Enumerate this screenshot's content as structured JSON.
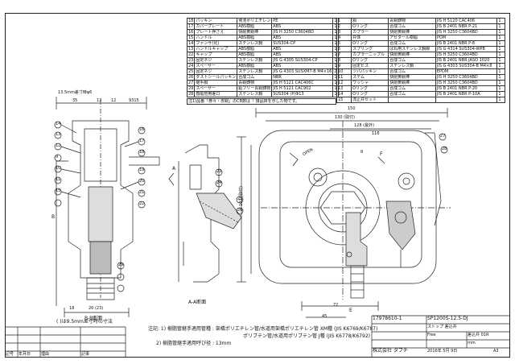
{
  "parts_left": [
    {
      "no": "18",
      "name": "パッキン",
      "material": "発泡ポリエチレン",
      "spec": "PE",
      "qty": "1"
    },
    {
      "no": "17",
      "name": "カバープレート",
      "material": "ABS樹脂",
      "spec": "ABS",
      "qty": "1"
    },
    {
      "no": "16",
      "name": "プレート押さえ",
      "material": "快削黄銅棒",
      "spec": "JIS H 3250 C3604BD",
      "qty": "1"
    },
    {
      "no": "15",
      "name": "ハンドル",
      "material": "ABS樹脂",
      "spec": "ABS",
      "qty": "1"
    },
    {
      "no": "14",
      "name": "ファンサ(化)",
      "material": "ステンレス鋼",
      "spec": "SUS304-CP",
      "qty": "1"
    },
    {
      "no": "13",
      "name": "ハンドルキャップ",
      "material": "ABS樹脂",
      "spec": "ABS",
      "qty": "1"
    },
    {
      "no": "22",
      "name": "キャップ",
      "material": "ABS樹脂",
      "spec": "ABS",
      "qty": "1"
    },
    {
      "no": "23",
      "name": "固定ネジ",
      "material": "ステンレス鋼",
      "spec": "JIS G 4305 SUS304-CP",
      "qty": "1"
    },
    {
      "no": "24",
      "name": "スペーサー",
      "material": "ABS樹脂",
      "spec": "ABS",
      "qty": "1"
    },
    {
      "no": "25",
      "name": "固定ネジ",
      "material": "ステンレス鋼",
      "spec": "JIS G 4303 SUSXM7-B M4×16",
      "qty": "2"
    },
    {
      "no": "26",
      "name": "ダストシールパッキン",
      "material": "合成ゴム",
      "spec": "NBR",
      "qty": "1"
    },
    {
      "no": "27",
      "name": "継手胴",
      "material": "青銅鋳物",
      "spec": "JIS H 5121 CAC406C",
      "qty": "1"
    },
    {
      "no": "29",
      "name": "スペーサー",
      "material": "鉛フリー青銅鋳物",
      "spec": "JIS H 5121 CAC902",
      "qty": "1"
    },
    {
      "no": "28",
      "name": "樹脂管用差口",
      "material": "ステンレス鋼",
      "spec": "SUS304 (P)Φ13",
      "qty": "1"
    }
  ],
  "parts_right": [
    {
      "no": "1",
      "name": "胴",
      "material": "青銅鋳物",
      "spec": "JIS H 5120 CAC406",
      "qty": "1"
    },
    {
      "no": "2",
      "name": "Oリング",
      "material": "合成ゴム",
      "spec": "JIS B 2401 NBR P-21",
      "qty": "1"
    },
    {
      "no": "3",
      "name": "カプラー",
      "material": "快削黄銅棒",
      "spec": "JIS H 3250 C3604BD",
      "qty": "1"
    },
    {
      "no": "4",
      "name": "弁体",
      "material": "アセタール樹脂",
      "spec": "POM",
      "qty": "1"
    },
    {
      "no": "5",
      "name": "Oリング",
      "material": "合成ゴム",
      "spec": "JIS B 2401 NBR P-8",
      "qty": "1"
    },
    {
      "no": "6",
      "name": "スプリング",
      "material": "ばね用ステンレス鋼線",
      "spec": "JIS G 4314 SUS304-WPB",
      "qty": "1"
    },
    {
      "no": "7",
      "name": "カプラーニップル",
      "material": "快削黄銅棒",
      "spec": "JIS H 3250 C3604BD",
      "qty": "1"
    },
    {
      "no": "8",
      "name": "Oリング",
      "material": "合成ゴム",
      "spec": "JIS B 2401 NBR JASO 1020",
      "qty": "1"
    },
    {
      "no": "9",
      "name": "固定ビス",
      "material": "ステンレス鋼",
      "spec": "JIS G 4303 SUS304-B M4×8",
      "qty": "1"
    },
    {
      "no": "10",
      "name": "ツバパッキン",
      "material": "合成ゴム",
      "spec": "EPDM",
      "qty": "1"
    },
    {
      "no": "11",
      "name": "ステム",
      "material": "快削黄銅棒",
      "spec": "JIS H 3250 C3604BD",
      "qty": "1"
    },
    {
      "no": "12",
      "name": "ワッシャ",
      "material": "快削黄銅棒",
      "spec": "JIS H 3250 C3604BD",
      "qty": "1"
    },
    {
      "no": "13",
      "name": "Oリング",
      "material": "合成ゴム",
      "spec": "JIS B 2401 NBR P-20",
      "qty": "1"
    },
    {
      "no": "14",
      "name": "Oリング",
      "material": "合成ゴム",
      "spec": "JIS B 2401 NBR P-10A",
      "qty": "1"
    },
    {
      "no": "15",
      "name": "流止弁セット",
      "material": "",
      "spec": "",
      "qty": "1"
    }
  ],
  "table_note": "注1)品番「券々・赤銅」のCB数は「 接品目を示した物です。",
  "labels": {
    "section_bb": "B-B断面",
    "section_aa": "A-A断面",
    "pipe_note": "(  )は9.5mm差寸時の寸法",
    "pipe_tag": "13.5mm差寸時φ6",
    "dim_150": "150",
    "dim_130": "130 (取付)",
    "dim_128": "128 (最外)",
    "dim_116": "116",
    "dim_102": "102 (取付)",
    "dim_8": "8",
    "dim_72": "72",
    "dim_45": "45",
    "dim_35": "35",
    "dim_13": "13",
    "dim_12": "12",
    "dim_9315": "9315",
    "dim_20": "20 (23)",
    "dim_18": "18",
    "letter_a": "A",
    "letter_b": "B",
    "letter_e": "E",
    "letter_f": "F",
    "open_label": "OPEN",
    "mark_callouts": [
      "14",
      "13",
      "12",
      "9",
      "10",
      "11",
      "15",
      "16",
      "17",
      "18",
      "19",
      "20",
      "21",
      "22",
      "23",
      "24",
      "25",
      "26",
      "27",
      "28",
      "29"
    ]
  },
  "footnote": {
    "line1": "注記: 1) 樹脂管継手適用管種 : 架橋ポリエチレン管/水道用架橋ポリエチレン管 XM種 (JIS K6769/K6787)",
    "line1b": "ポリブテン管/水道用ポリブテン管 J種 (JIS K6778/K6792)",
    "line2": "2) 樹脂管継手適用呼び径 : 13mm"
  },
  "title_block": {
    "drawing_no": "17978610-1",
    "model": "SP1200S-12.5-DJ",
    "name": "ストップ 差込弁",
    "material_row": "差込弁 01R",
    "finish": "Free",
    "scale": "mm",
    "company": "株式会社 タブチ",
    "date": "2016年 5月 9日",
    "size": "A3"
  },
  "revision": {
    "headers": [
      "記号",
      "年月日",
      "理由",
      "記事"
    ]
  }
}
